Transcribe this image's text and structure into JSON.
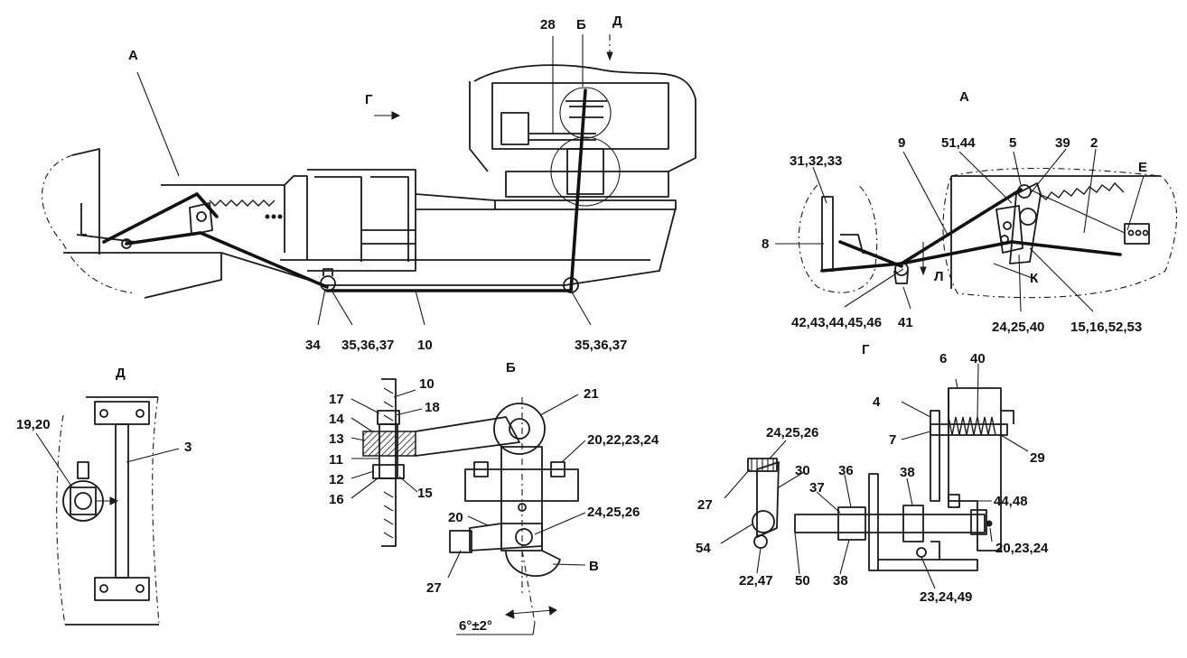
{
  "colors": {
    "ink": "#111111",
    "background": "#ffffff"
  },
  "views": {
    "main": {
      "A": "А",
      "G": "Г",
      "D": "Д",
      "B": "Б",
      "parts": {
        "p28": "28",
        "p34": "34",
        "p35a": "35,36,37",
        "p10": "10",
        "p35b": "35,36,37"
      }
    },
    "a": {
      "title": "А",
      "parts": {
        "p9": "9",
        "p51": "51,44",
        "p5": "5",
        "p39": "39",
        "p2": "2",
        "pE": "Е",
        "p31": "31,32,33",
        "p8": "8",
        "pL": "Л",
        "pK": "К",
        "p42": "42,43,44,45,46",
        "p41": "41",
        "p24": "24,25,40",
        "p15": "15,16,52,53"
      }
    },
    "d": {
      "title": "Д",
      "parts": {
        "p19": "19,20",
        "p3": "3"
      }
    },
    "b": {
      "title": "Б",
      "angle": "6°±2°",
      "V": "В",
      "parts": {
        "p10": "10",
        "p17": "17",
        "p18": "18",
        "p14": "14",
        "p13": "13",
        "p11": "11",
        "p12": "12",
        "p16": "16",
        "p15": "15",
        "p21": "21",
        "p20": "20,22,23,24",
        "p20b": "20",
        "p24": "24,25,26",
        "p27": "27"
      }
    },
    "g": {
      "title": "Г",
      "parts": {
        "p6": "6",
        "p40": "40",
        "p4": "4",
        "p7": "7",
        "p29": "29",
        "p24": "24,25,26",
        "p30": "30",
        "p36": "36",
        "p38a": "38",
        "p37": "37",
        "p44": "44,48",
        "p27": "27",
        "p54": "54",
        "p20": "20,23,24",
        "p22": "22,47",
        "p50": "50",
        "p38b": "38",
        "p23": "23,24,49"
      }
    }
  }
}
